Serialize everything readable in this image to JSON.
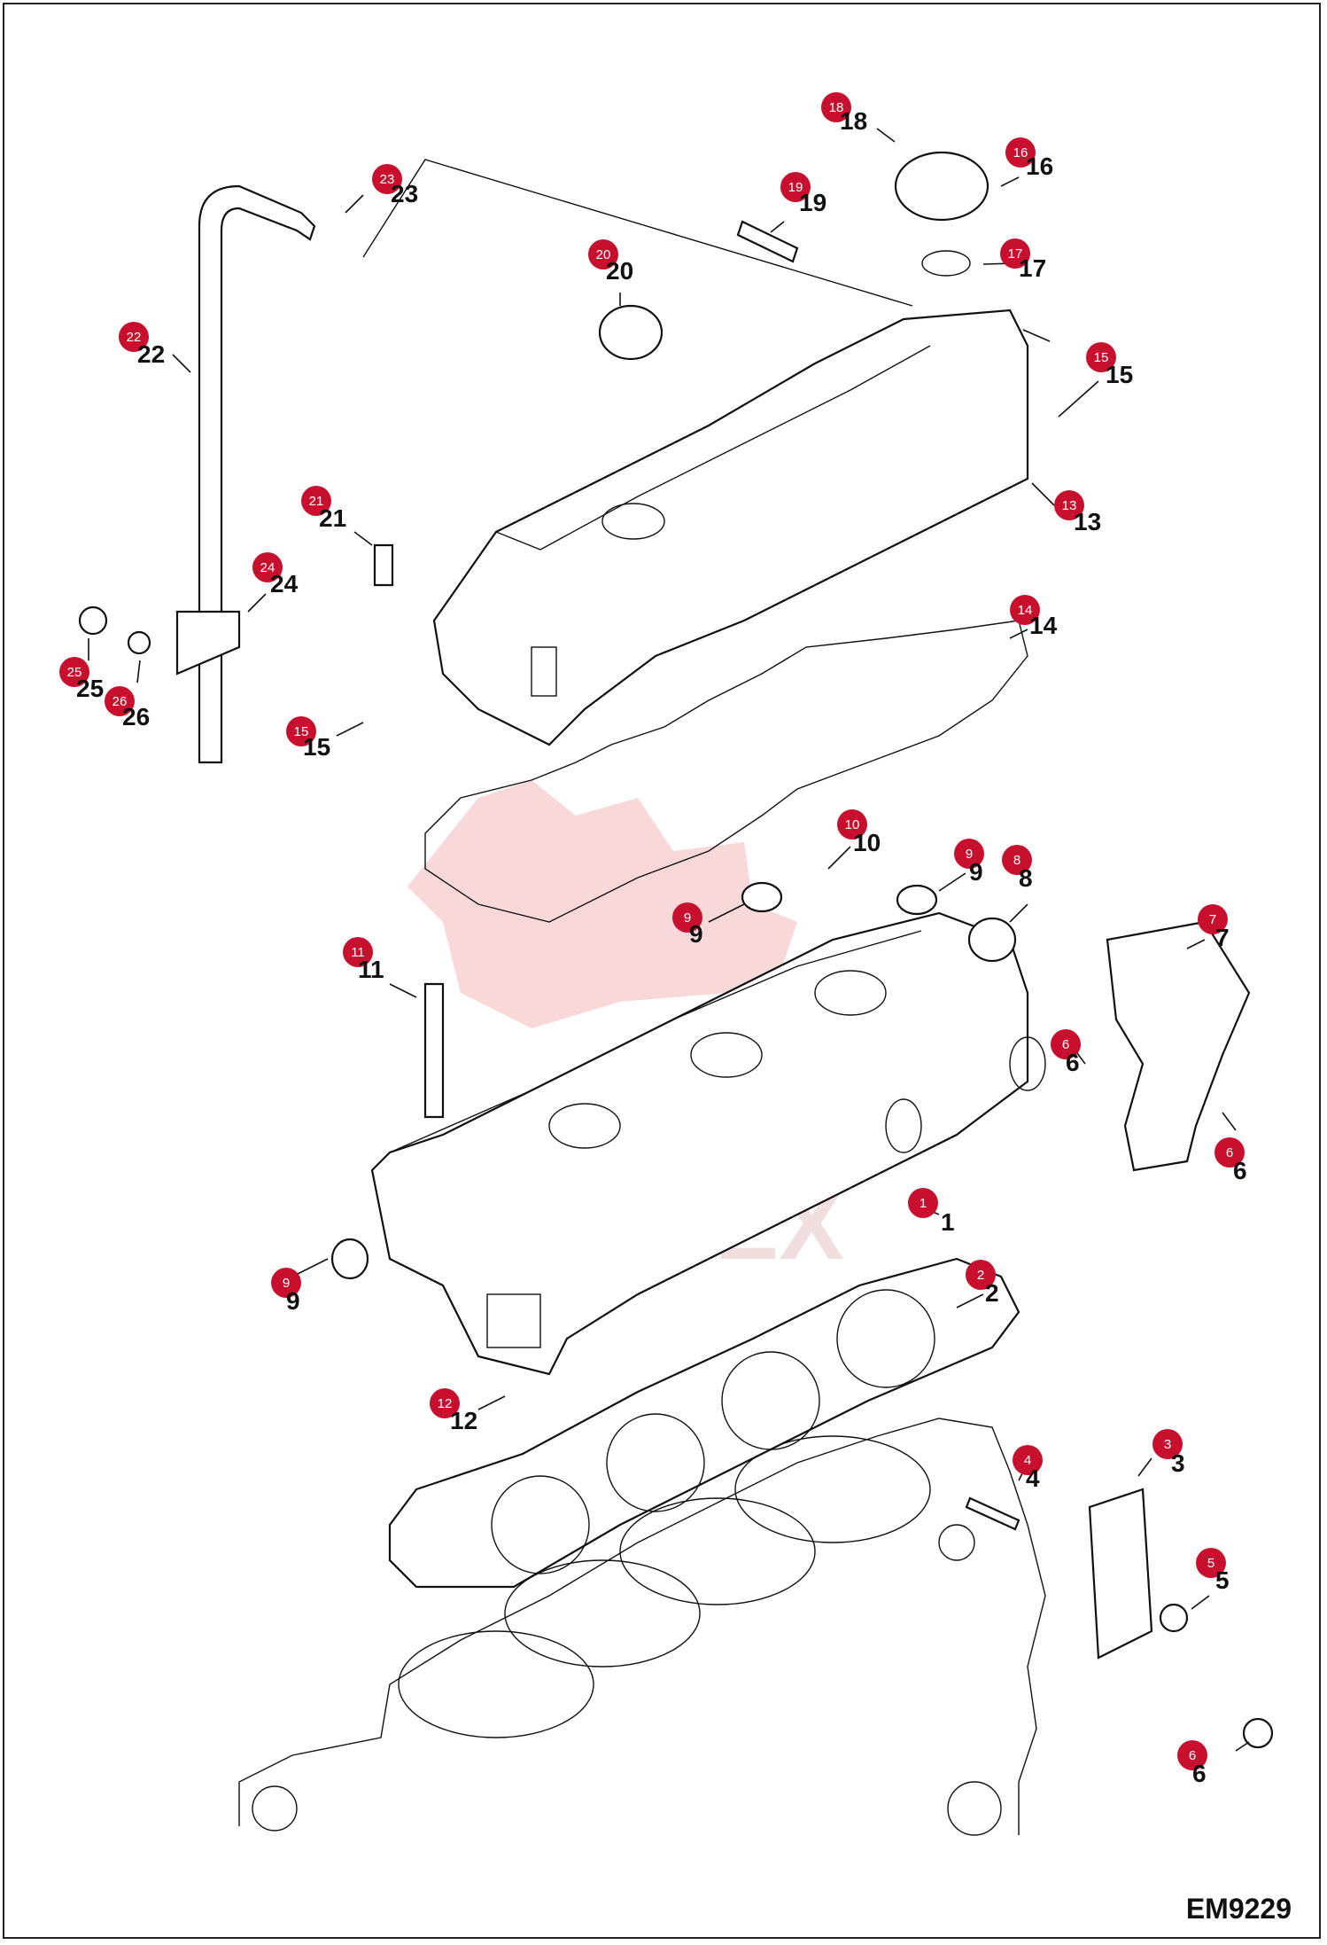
{
  "diagram_code": "EM9229",
  "watermark": "BHTEX",
  "callouts": [
    {
      "id": "c1",
      "number": "1",
      "badge": "1"
    },
    {
      "id": "c2",
      "number": "2",
      "badge": "2"
    },
    {
      "id": "c3",
      "number": "3",
      "badge": "3"
    },
    {
      "id": "c4",
      "number": "4",
      "badge": "4"
    },
    {
      "id": "c5",
      "number": "5",
      "badge": "5"
    },
    {
      "id": "c6a",
      "number": "6",
      "badge": "6"
    },
    {
      "id": "c6b",
      "number": "6",
      "badge": "6"
    },
    {
      "id": "c6c",
      "number": "6",
      "badge": "6"
    },
    {
      "id": "c7",
      "number": "7",
      "badge": "7"
    },
    {
      "id": "c8",
      "number": "8",
      "badge": "8"
    },
    {
      "id": "c9a",
      "number": "9",
      "badge": "9"
    },
    {
      "id": "c9b",
      "number": "9",
      "badge": "9"
    },
    {
      "id": "c9c",
      "number": "9",
      "badge": "9"
    },
    {
      "id": "c10",
      "number": "10",
      "badge": "10"
    },
    {
      "id": "c11",
      "number": "11",
      "badge": "11"
    },
    {
      "id": "c12",
      "number": "12",
      "badge": "12"
    },
    {
      "id": "c13",
      "number": "13",
      "badge": "13"
    },
    {
      "id": "c14",
      "number": "14",
      "badge": "14"
    },
    {
      "id": "c15a",
      "number": "15",
      "badge": "15"
    },
    {
      "id": "c15b",
      "number": "15",
      "badge": "15"
    },
    {
      "id": "c16",
      "number": "16",
      "badge": "16"
    },
    {
      "id": "c17",
      "number": "17",
      "badge": "17"
    },
    {
      "id": "c18",
      "number": "18",
      "badge": "18"
    },
    {
      "id": "c19",
      "number": "19",
      "badge": "19"
    },
    {
      "id": "c20",
      "number": "20",
      "badge": "20"
    },
    {
      "id": "c21",
      "number": "21",
      "badge": "21"
    },
    {
      "id": "c22",
      "number": "22",
      "badge": "22"
    },
    {
      "id": "c23",
      "number": "23",
      "badge": "23"
    },
    {
      "id": "c24",
      "number": "24",
      "badge": "24"
    },
    {
      "id": "c25",
      "number": "25",
      "badge": "25"
    },
    {
      "id": "c26",
      "number": "26",
      "badge": "26"
    }
  ]
}
